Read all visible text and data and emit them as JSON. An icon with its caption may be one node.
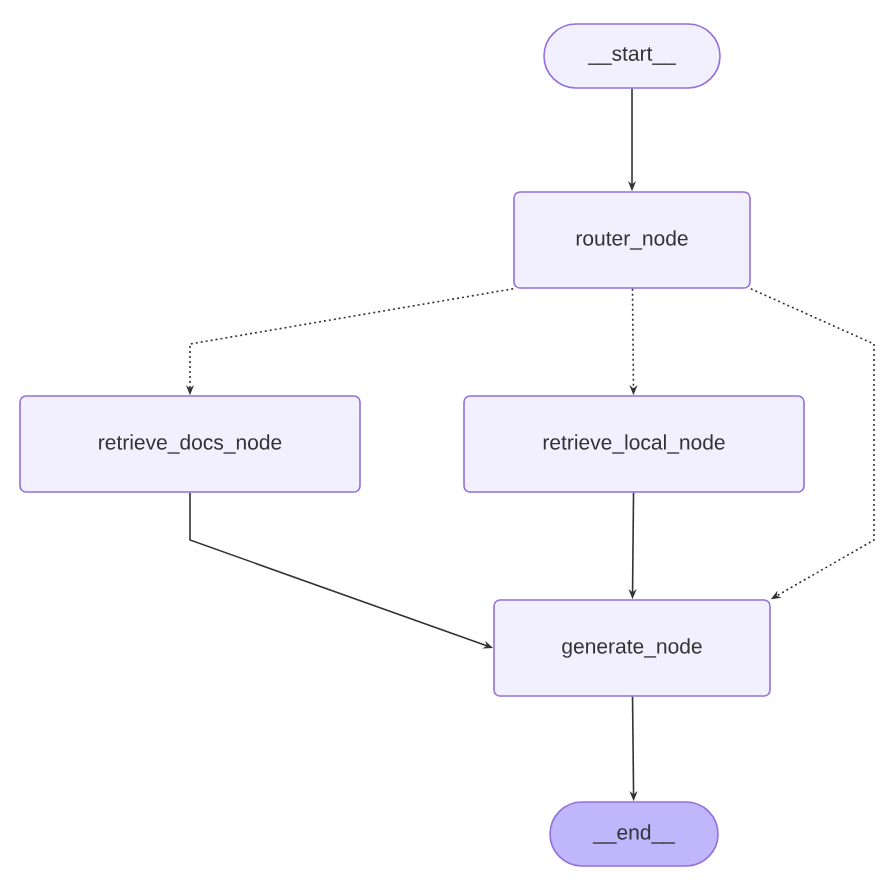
{
  "diagram": {
    "nodes": [
      {
        "text": [
          "__start__"
        ]
      },
      {
        "text": [
          "router_node"
        ]
      },
      {
        "text": [
          "retrieve_docs_node"
        ]
      },
      {
        "text": [
          "retrieve_local_node"
        ]
      },
      {
        "text": [
          "generate_node"
        ]
      },
      {
        "text": [
          "__end__"
        ]
      }
    ],
    "edges": [
      {
        "from": 0,
        "to": 1,
        "arrow": "to"
      },
      {
        "from": 1,
        "to": 2,
        "arrow": "to",
        "style": "dashed"
      },
      {
        "from": 1,
        "to": 3,
        "arrow": "to",
        "style": "dashed"
      },
      {
        "from": 1,
        "to": 4,
        "arrow": "to",
        "style": "dashed"
      },
      {
        "from": 2,
        "to": 4,
        "arrow": "to"
      },
      {
        "from": 3,
        "to": 4,
        "arrow": "to"
      },
      {
        "from": 4,
        "to": 5,
        "arrow": "to"
      }
    ]
  }
}
